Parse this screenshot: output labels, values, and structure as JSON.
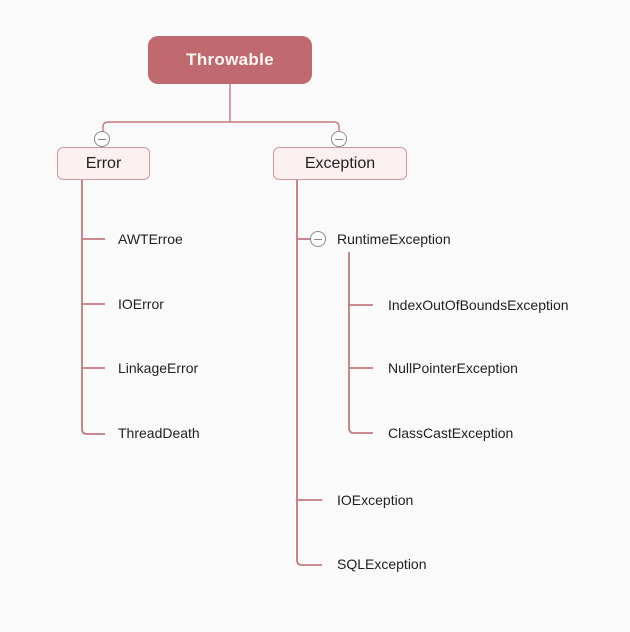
{
  "colors": {
    "bg": "#fafafa",
    "line": "#c3797f",
    "root_fill": "#c0696f",
    "root_text": "#fdf8f2",
    "branch_fill": "#faf0f0",
    "branch_border": "#d0999e",
    "text": "#1f1f1f",
    "icon": "#8a8a8a"
  },
  "icons": {
    "collapse_glyph": "minus-in-circle"
  },
  "tree": {
    "root": {
      "label": "Throwable"
    },
    "branches": [
      {
        "label": "Error",
        "children": [
          {
            "label": "AWTErroe"
          },
          {
            "label": "IOError"
          },
          {
            "label": "LinkageError"
          },
          {
            "label": "ThreadDeath"
          }
        ]
      },
      {
        "label": "Exception",
        "children": [
          {
            "label": "RuntimeException",
            "children": [
              {
                "label": "IndexOutOfBoundsException"
              },
              {
                "label": "NullPointerException"
              },
              {
                "label": "ClassCastException"
              }
            ]
          },
          {
            "label": "IOException"
          },
          {
            "label": "SQLException"
          }
        ]
      }
    ]
  }
}
